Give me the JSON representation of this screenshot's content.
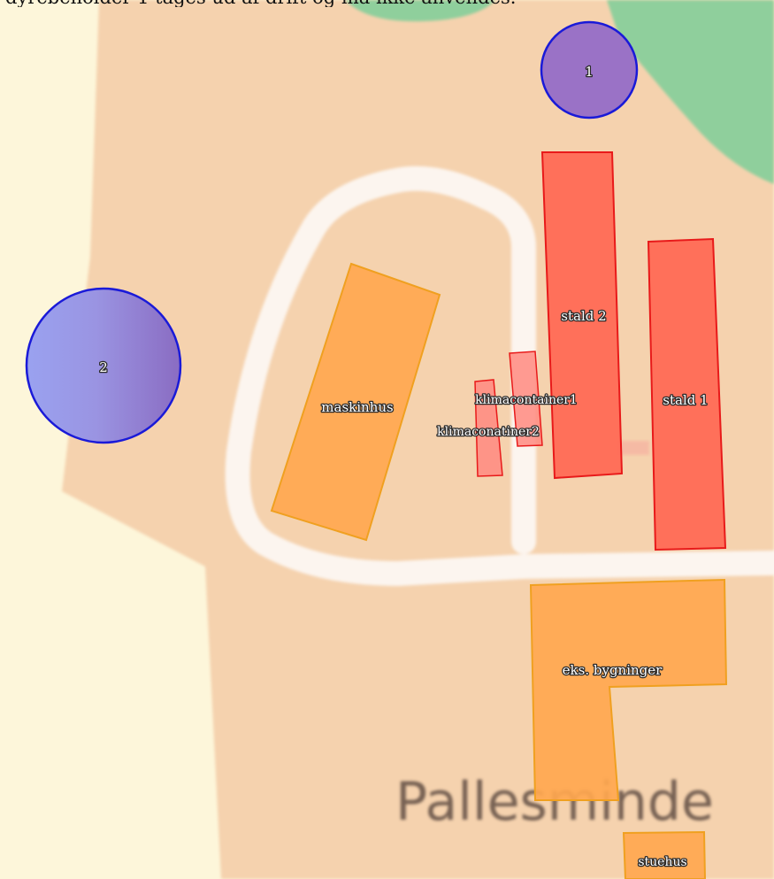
{
  "caption": "dyrebeholder 1 tages ud af drift og må ikke anvendes.",
  "place_name": "Pallesminde",
  "colors": {
    "background_cream": "#fdf6da",
    "farm_area": "#f5d2ae",
    "forest": "#8fcf9c",
    "road": "#fcf5ef",
    "building_orange": "#ffa74f",
    "building_orange_stroke": "#f0a020",
    "building_red": "#ff6a55",
    "building_red_stroke": "#e81a1a",
    "container_red": "#ff8a80",
    "tank_purple": "#9a7cc8",
    "tank_stroke": "#1a1ad8",
    "tank_blue_highlight": "#9aa2ee"
  },
  "tanks": [
    {
      "label": "1"
    },
    {
      "label": "2"
    }
  ],
  "buildings": {
    "stald1": "stald 1",
    "stald2": "stald 2",
    "maskinhus": "maskinhus",
    "klimacontainer1": "klimacontainer1",
    "klimacontainer2": "klimaconatiner2",
    "eks_bygninger": "eks. bygninger",
    "stuehus": "stuehus"
  }
}
